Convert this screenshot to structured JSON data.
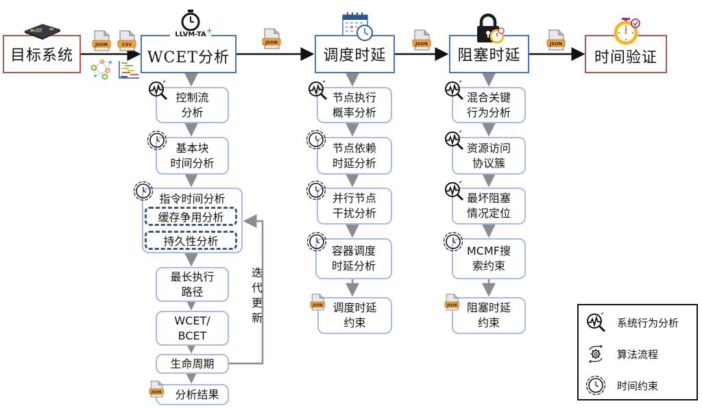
{
  "stages": {
    "target_system": "目标系统",
    "wcet": "WCET分析",
    "wcet_tool": "LLVM-TA",
    "scheduling": "调度时延",
    "blocking": "阻塞时延",
    "verification": "时间验证"
  },
  "file_badges": {
    "json": "JSON",
    "csv": "CSV"
  },
  "wcet_column": {
    "steps": [
      {
        "line1": "控制流",
        "line2": "分析",
        "icon": "system-behavior-analysis-icon"
      },
      {
        "line1": "基本块",
        "line2": "时间分析",
        "icon": "time-constraint-icon"
      },
      {
        "line1": "指令时间分析",
        "icon": "time-constraint-icon"
      },
      {
        "line1": "最长执行",
        "line2": "路径"
      },
      {
        "line1": "WCET/",
        "line2": "BCET"
      },
      {
        "line1": "生命周期"
      },
      {
        "line1": "分析结果",
        "icon": "json-file-icon"
      }
    ],
    "sub_steps": [
      "缓存争用分析",
      "持久性分析"
    ],
    "iteration_label": "迭代更新"
  },
  "scheduling_column": {
    "steps": [
      {
        "line1": "节点执行",
        "line2": "概率分析",
        "icon": "system-behavior-analysis-icon"
      },
      {
        "line1": "节点依赖",
        "line2": "时延分析",
        "icon": "time-constraint-icon"
      },
      {
        "line1": "并行节点",
        "line2": "干扰分析",
        "icon": "time-constraint-icon"
      },
      {
        "line1": "容器调度",
        "line2": "时延分析",
        "icon": "time-constraint-icon"
      },
      {
        "line1": "调度时延",
        "line2": "约束",
        "icon": "json-file-icon"
      }
    ]
  },
  "blocking_column": {
    "steps": [
      {
        "line1": "混合关键",
        "line2": "行为分析",
        "icon": "system-behavior-analysis-icon"
      },
      {
        "line1": "资源访问",
        "line2": "协议簇",
        "icon": "system-behavior-analysis-icon"
      },
      {
        "line1": "最坏阻塞",
        "line2": "情况定位",
        "icon": "system-behavior-analysis-icon"
      },
      {
        "line1": "MCMF搜",
        "line2": "索约束",
        "icon": "time-constraint-icon"
      },
      {
        "line1": "阻塞时延",
        "line2": "约束",
        "icon": "json-file-icon"
      }
    ]
  },
  "legend": {
    "items": [
      {
        "label": "系统行为分析",
        "icon": "system-behavior-analysis-icon"
      },
      {
        "label": "算法流程",
        "icon": "algorithm-flow-icon"
      },
      {
        "label": "时间约束",
        "icon": "time-constraint-icon"
      }
    ]
  },
  "colors": {
    "stage_red": "#c0504d",
    "stage_blue": "#4472c4",
    "step_border": "#a4bce6",
    "dashed_border": "#3b5a80",
    "file_badge": "#f4a23c",
    "arrow_gray": "#8c8c8c"
  }
}
